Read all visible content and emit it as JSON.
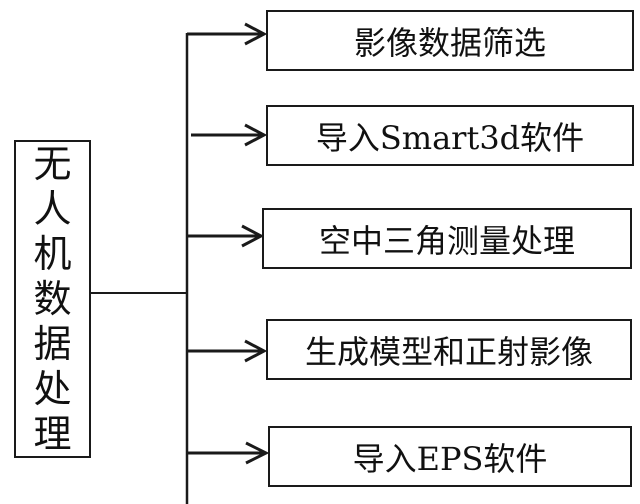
{
  "root": {
    "label": "无人机数据处理",
    "chars": [
      "无",
      "人",
      "机",
      "数",
      "据",
      "处",
      "理"
    ]
  },
  "steps": [
    {
      "label": "影像数据筛选"
    },
    {
      "label": "导入Smart3d软件"
    },
    {
      "label": "空中三角测量处理"
    },
    {
      "label": "生成模型和正射影像"
    },
    {
      "label": "导入EPS软件"
    }
  ],
  "colors": {
    "line": "#1a1a1a",
    "background": "#ffffff"
  }
}
